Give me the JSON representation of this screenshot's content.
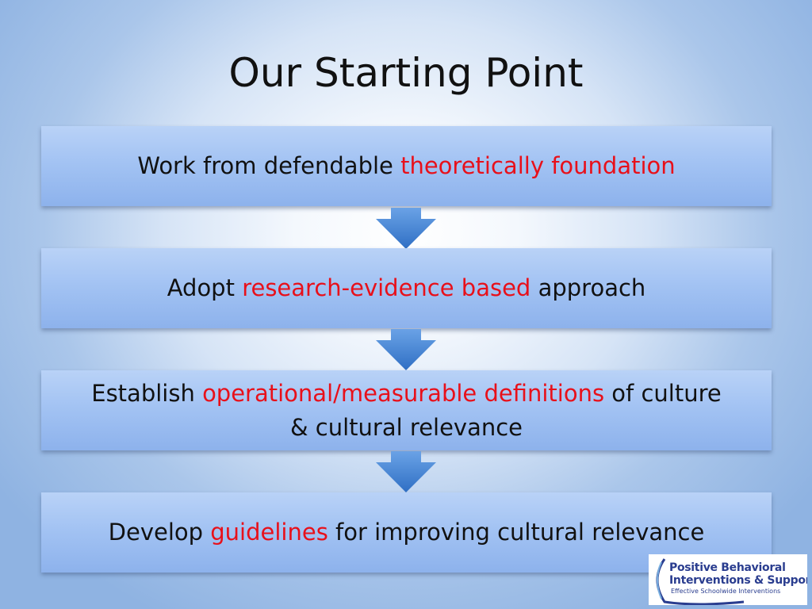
{
  "slide": {
    "title": "Our Starting Point"
  },
  "steps": [
    {
      "parts": [
        {
          "text": "Work from defendable ",
          "highlight": false
        },
        {
          "text": "theoretically foundation",
          "highlight": true
        }
      ]
    },
    {
      "parts": [
        {
          "text": "Adopt ",
          "highlight": false
        },
        {
          "text": "research-evidence based",
          "highlight": true
        },
        {
          "text": " approach",
          "highlight": false
        }
      ]
    },
    {
      "parts": [
        {
          "text": "Establish ",
          "highlight": false
        },
        {
          "text": "operational/measurable definitions",
          "highlight": true
        },
        {
          "text": " of culture & cultural relevance",
          "highlight": false
        }
      ]
    },
    {
      "parts": [
        {
          "text": "Develop ",
          "highlight": false
        },
        {
          "text": "guidelines",
          "highlight": true
        },
        {
          "text": " for improving cultural relevance",
          "highlight": false
        }
      ]
    }
  ],
  "logo": {
    "line1": "Positive Behavioral",
    "line2": "Interventions & Supports",
    "line3": "Effective Schoolwide Interventions"
  },
  "colors": {
    "highlight": "#e8101a",
    "box": "#a3c3f3",
    "arrow": "#3f7fd0",
    "logo_text": "#2a3d8f"
  },
  "icons": {
    "connector": "down-arrow-icon",
    "logo": "pbis-logo-icon"
  }
}
